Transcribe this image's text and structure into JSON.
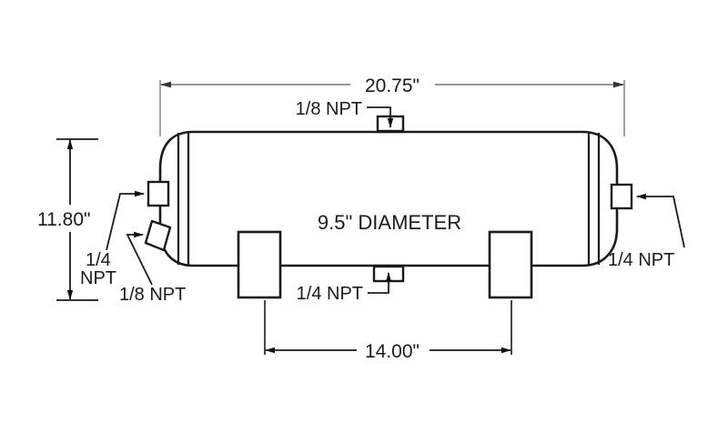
{
  "drawing": {
    "title": "Air tank dimensional drawing",
    "background_color": "#ffffff",
    "line_color": "#1a1a1a",
    "dimension_line_color": "#8a8a8a",
    "leader_color": "#1a1a1a"
  },
  "dimensions": {
    "overall_length": "20.75\"",
    "overall_height": "11.80\"",
    "mount_spacing": "14.00\"",
    "diameter": "9.5\" DIAMETER"
  },
  "ports": {
    "top_center": "1/8 NPT",
    "bottom_center": "1/4 NPT",
    "left_upper": "1/4",
    "left_upper_second_line": "NPT",
    "left_lower": "1/8 NPT",
    "right_side": "1/4 NPT"
  }
}
